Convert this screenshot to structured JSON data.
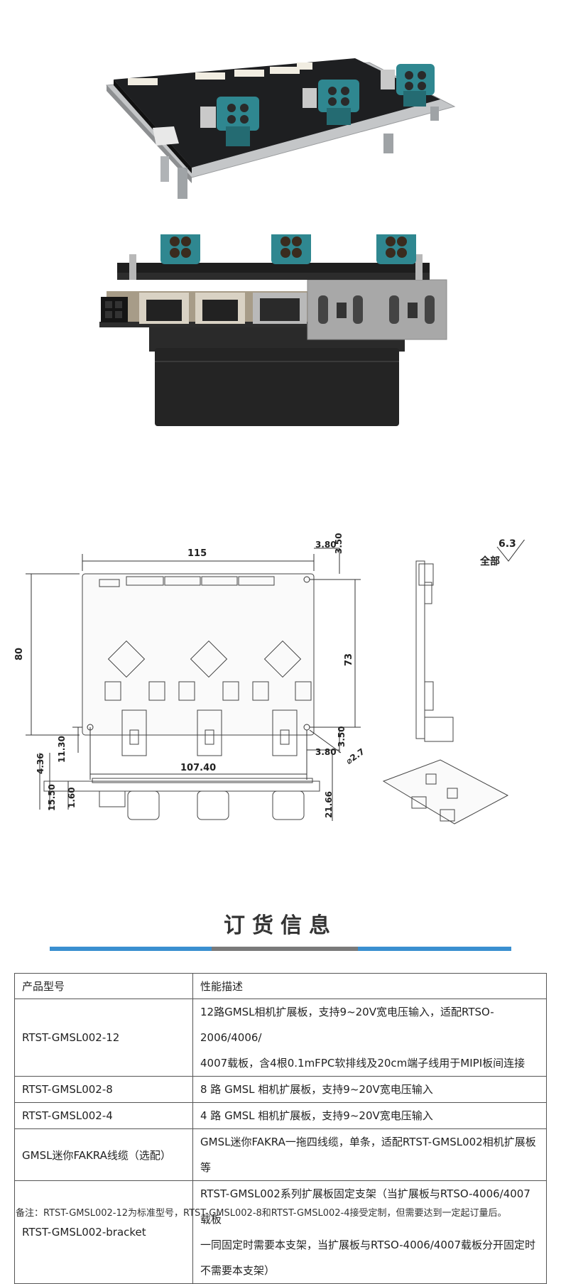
{
  "drawing": {
    "dims": {
      "width_top": "115",
      "offset_top_right": "3.80",
      "offset_top_vertical": "3.50",
      "height_left": "80",
      "hole_span_vertical": "73",
      "offset_bottom_vertical": "3.50",
      "offset_bottom_right": "3.80",
      "hole_diameter": "⌀2.7",
      "offset_bottom_left": "11.30",
      "hole_span_horizontal": "107.40",
      "side_height_a": "4.36",
      "side_height_b": "15.50",
      "side_height_c": "1.60",
      "side_height_total": "21.66"
    },
    "roughness": {
      "value": "6.3",
      "label": "全部"
    }
  },
  "order": {
    "title": "订货信息",
    "bar_colors": [
      "#3a8fd0",
      "#7a7a7a",
      "#3a8fd0"
    ],
    "header": {
      "model": "产品型号",
      "description": "性能描述"
    },
    "rows": [
      {
        "model": "RTST-GMSL002-12",
        "lines": [
          "12路GMSL相机扩展板，支持9~20V宽电压输入，适配RTSO-2006/4006/",
          "4007载板，含4根0.1mFPC软排线及20cm端子线用于MIPI板间连接"
        ]
      },
      {
        "model": "RTST-GMSL002-8",
        "lines": [
          "8 路 GMSL 相机扩展板，支持9~20V宽电压输入"
        ]
      },
      {
        "model": "RTST-GMSL002-4",
        "lines": [
          "4 路 GMSL 相机扩展板，支持9~20V宽电压输入"
        ]
      },
      {
        "model": "GMSL迷你FAKRA线缆（选配）",
        "lines": [
          "GMSL迷你FAKRA一拖四线缆，单条，适配RTST-GMSL002相机扩展板等"
        ]
      },
      {
        "model": "RTST-GMSL002-bracket",
        "lines": [
          "RTST-GMSL002系列扩展板固定支架（当扩展板与RTSO-4006/4007载板",
          "一同固定时需要本支架，当扩展板与RTSO-4006/4007载板分开固定时",
          "不需要本支架）"
        ]
      }
    ],
    "footnote": "备注：RTST-GMSL002-12为标准型号，RTST-GMSL002-8和RTST-GMSL002-4接受定制，但需要达到一定起订量后。"
  }
}
